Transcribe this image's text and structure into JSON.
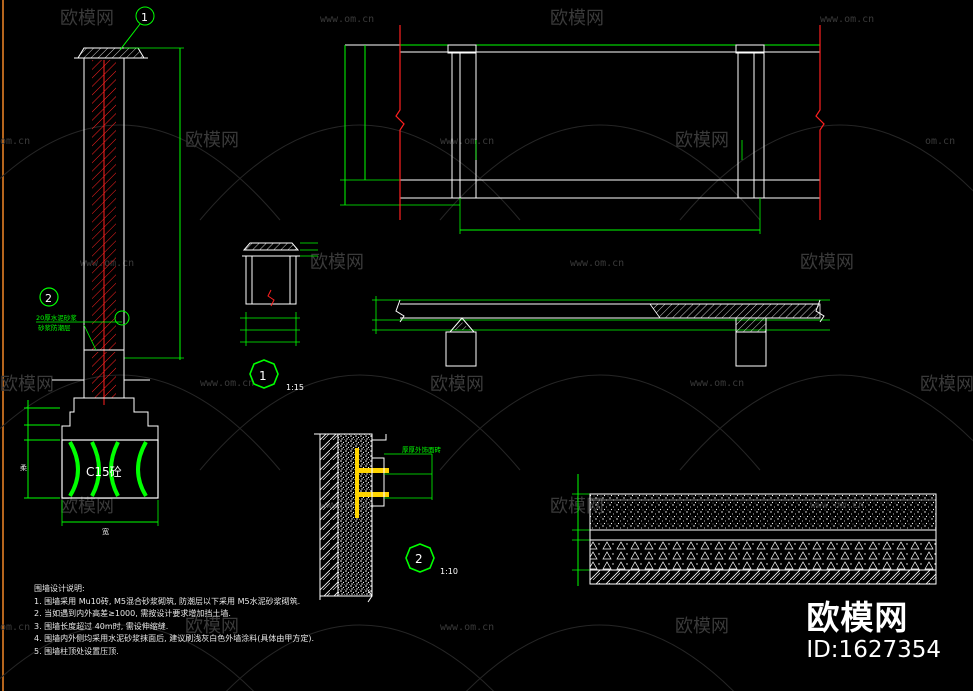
{
  "watermark": {
    "brand": "欧模网",
    "url": "www.om.cn",
    "url_short": "om.cn"
  },
  "brand_badge": {
    "name": "欧模网",
    "id": "ID:1627354"
  },
  "labels": {
    "callout_top": "1",
    "callout_left": "2",
    "left_note_1": "20厚水泥砂浆",
    "left_note_2": "砂浆防潮层",
    "foundation": "C15砼",
    "detail1_num": "1",
    "detail1_scale": "1:15",
    "detail2_num": "2",
    "detail2_scale": "1:10",
    "yellow_note": "厚厚外饰面砖",
    "dim_left": "柔",
    "dim_bottom": "宽"
  },
  "notes": {
    "title": "围墙设计说明:",
    "items": [
      "1. 围墙采用 Mu10砖, M5混合砂浆砌筑, 防潮层以下采用 M5水泥砂浆砌筑.",
      "2. 当如遇到内外高差≥1000, 需按设计要求增加挡土墙.",
      "3. 围墙长度超过 40m时, 需设伸缩缝.",
      "4. 围墙内外侧均采用水泥砂浆抹面后, 建议刷浅灰白色外墙涂料(具体由甲方定).",
      "5. 围墙柱顶处设置压顶."
    ]
  },
  "colors": {
    "background": "#000000",
    "line_white": "#ffffff",
    "line_green": "#00ff00",
    "line_red": "#ff2020",
    "line_yellow": "#ffd400",
    "watermark": "#3a3a3a",
    "border_orange": "#b5651d"
  }
}
